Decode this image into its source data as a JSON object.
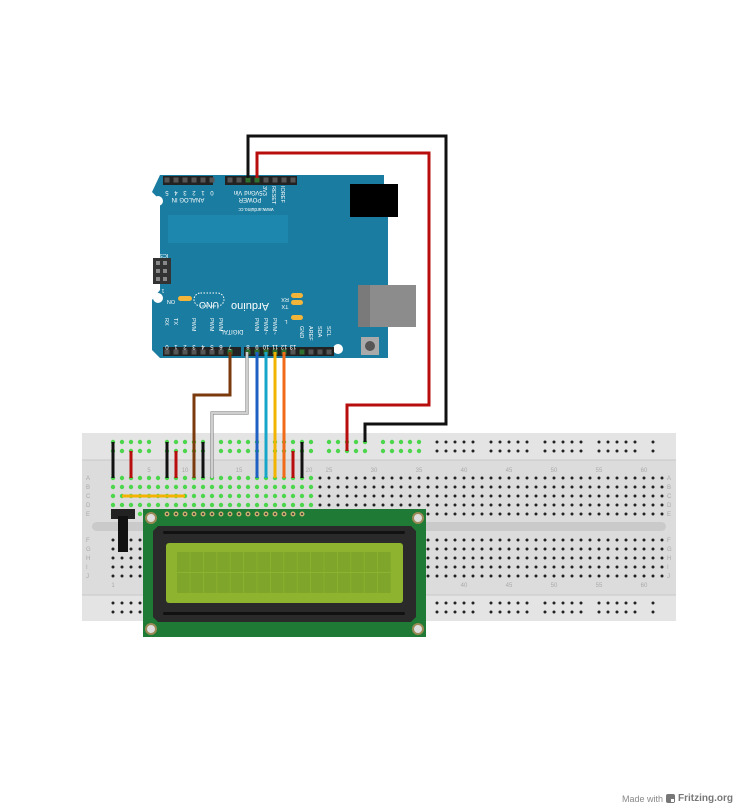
{
  "arduino": {
    "brand": "Arduino",
    "model": "UNO",
    "website": "www.arduino.cc",
    "icsp_label": "ICSP",
    "icsp_pin1": "1",
    "on_label": "ON",
    "rx_label": "RX",
    "tx_label": "TX",
    "l_label": "L",
    "analog_label": "ANALOG IN",
    "power_label": "POWER",
    "digital_label": "DIGITAL",
    "analog_pins": [
      "5",
      "4",
      "3",
      "2",
      "1",
      "0"
    ],
    "power_pins": [
      "Vin",
      "Gnd",
      "Gnd",
      "5V",
      "3V3",
      "RESET",
      "IOREF"
    ],
    "digital_pins": [
      "0",
      "1",
      "2",
      "3",
      "4",
      "5",
      "6",
      "7",
      "8",
      "9",
      "10",
      "11",
      "12",
      "13"
    ],
    "digital_pin_labels": [
      "RX",
      "TX",
      "",
      "PWM",
      "",
      "PWM",
      "PWM",
      "",
      "",
      "PWM",
      "PWM~",
      "PWM~",
      "",
      ""
    ],
    "extra_pins": [
      "GND",
      "AREF",
      "SDA",
      "SCL"
    ],
    "color": "#1a7ca0"
  },
  "breadboard": {
    "column_labels": [
      "1",
      "5",
      "10",
      "15",
      "20",
      "25",
      "30",
      "35",
      "40",
      "45",
      "50",
      "55",
      "60"
    ],
    "row_labels_top": [
      "A",
      "B",
      "C",
      "D",
      "E"
    ],
    "row_labels_bottom": [
      "F",
      "G",
      "H",
      "I",
      "J"
    ]
  },
  "lcd": {
    "type": "16x2 LCD",
    "rows": 2,
    "cols": 16,
    "screen_color": "#8db32f",
    "pcb_color": "#1f7a35"
  },
  "wire_colors": {
    "black": "#111111",
    "red": "#b80d0d",
    "brown": "#7a3a0c",
    "white": "#cfcfcf",
    "blue": "#1e5fc4",
    "cyan": "#17a6c9",
    "yellow": "#f2b400",
    "orange": "#f06a18"
  },
  "footer": {
    "made_with": "Made with",
    "brand": "Fritzing.org"
  }
}
